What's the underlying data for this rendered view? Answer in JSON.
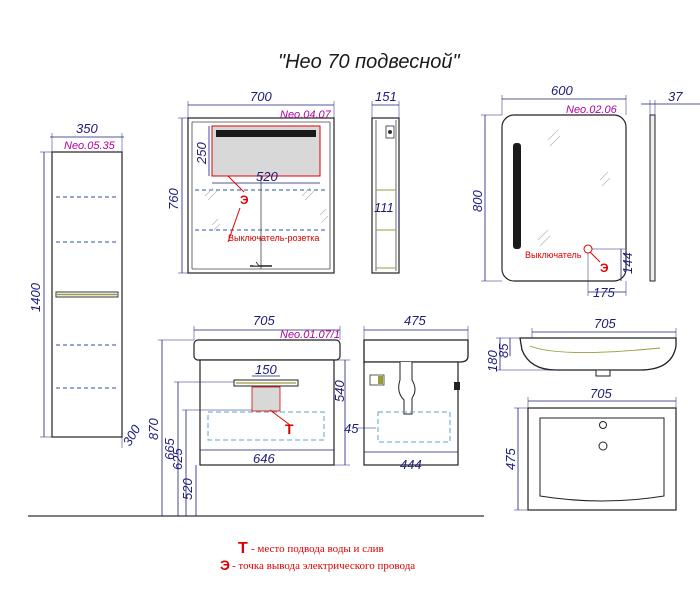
{
  "title": "\"Нео 70 подвесной\"",
  "column": {
    "code": "Neo.05.35",
    "width": "350",
    "height": "1400",
    "mount_offset": "300"
  },
  "mirror_cabinet": {
    "code": "Neo.04.07",
    "width": "700",
    "height": "760",
    "light_height": "250",
    "light_width": "520",
    "depth": "151",
    "shelf_height": "111",
    "socket_label": "Выключатель-розетка",
    "socket_mark": "Э"
  },
  "mirror": {
    "code": "Neo.02.06",
    "width": "600",
    "height": "800",
    "depth": "37",
    "switch_label": "Выключатель",
    "switch_mark": "Э",
    "switch_height": "144",
    "switch_offset": "175"
  },
  "vanity": {
    "code": "Neo.01.07/1",
    "width": "705",
    "handle_width": "150",
    "cabinet_height": "540",
    "cabinet_width": "646",
    "height_870": "870",
    "height_665": "665",
    "height_625": "625",
    "height_520": "520",
    "water_mark": "Т"
  },
  "vanity_side": {
    "depth": "475",
    "inner_depth": "444",
    "offset": "45"
  },
  "basin": {
    "width_side": "705",
    "height_total": "180",
    "height_bowl": "85",
    "width_top": "705",
    "depth_top": "475"
  },
  "legend": [
    {
      "mark": "Т",
      "text": "- место подвода воды и слив"
    },
    {
      "mark": "Э",
      "text": "- точка вывода электрического провода"
    }
  ]
}
